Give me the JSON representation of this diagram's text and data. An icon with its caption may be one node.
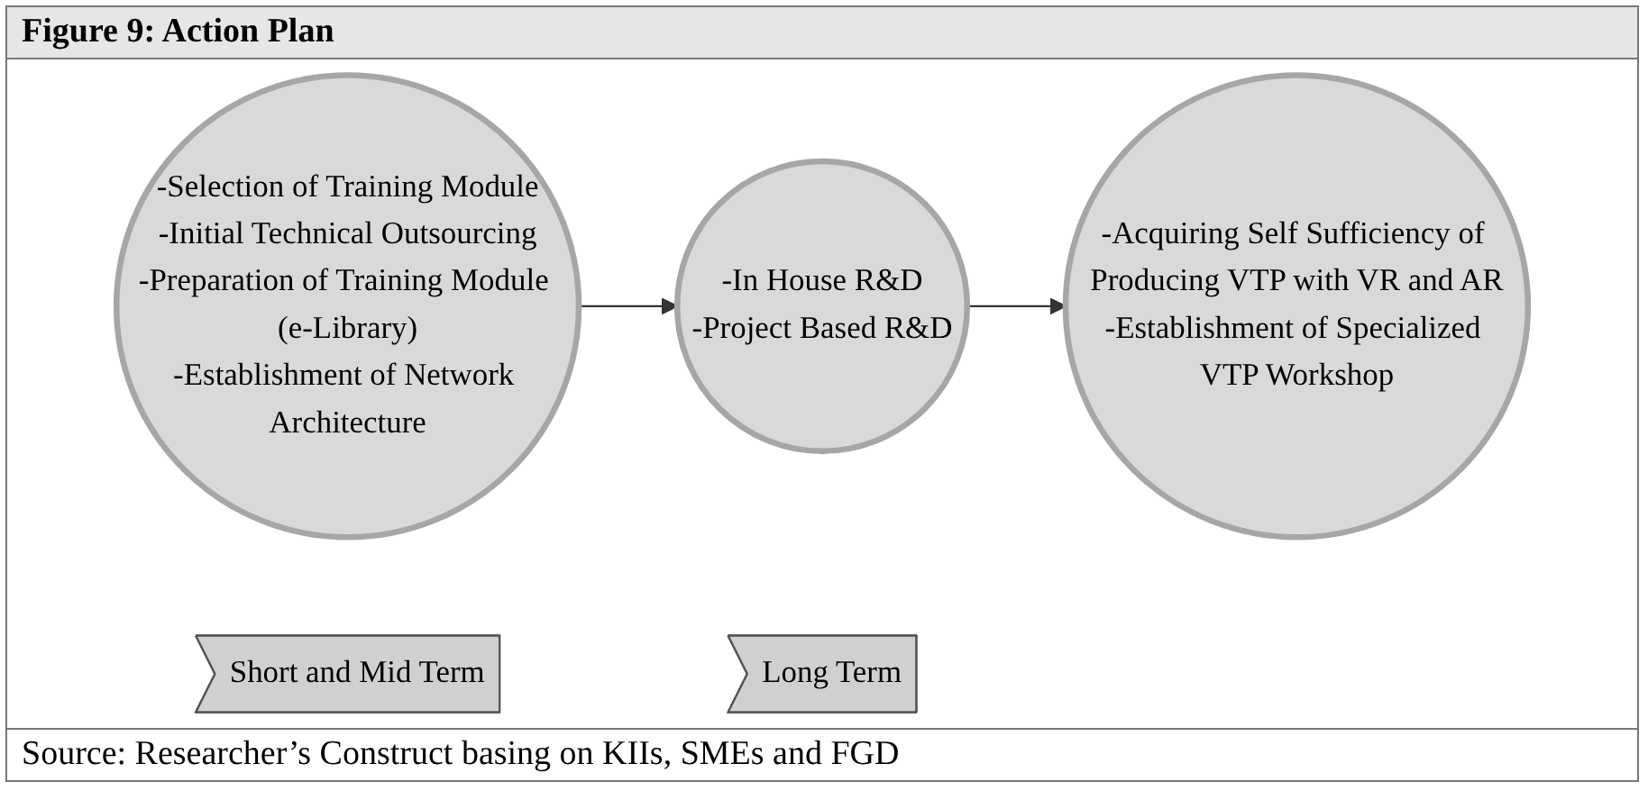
{
  "diagram": {
    "title": "Figure 9: Action Plan",
    "caption": "Source: Researcher’s Construct basing on KIIs, SMEs and FGD",
    "nodes": [
      {
        "text": [
          "-Selection of Training Module",
          "-Initial Technical Outsourcing",
          "-Preparation of Training Module (e-Library)",
          "-Establishment of Network Architecture"
        ]
      },
      {
        "text": [
          "-In House R&D",
          "-Project Based R&D"
        ]
      },
      {
        "text": [
          "-Acquiring Self Sufficiency of Producing VTP with VR and AR",
          "-Establishment of Specialized VTP Workshop"
        ]
      },
      {
        "text": [
          "Short and Mid Term"
        ]
      },
      {
        "text": [
          "Long Term"
        ]
      }
    ],
    "edges": [
      {
        "from": 0,
        "to": 1,
        "arrow": "to"
      },
      {
        "from": 1,
        "to": 2,
        "arrow": "to"
      }
    ]
  }
}
